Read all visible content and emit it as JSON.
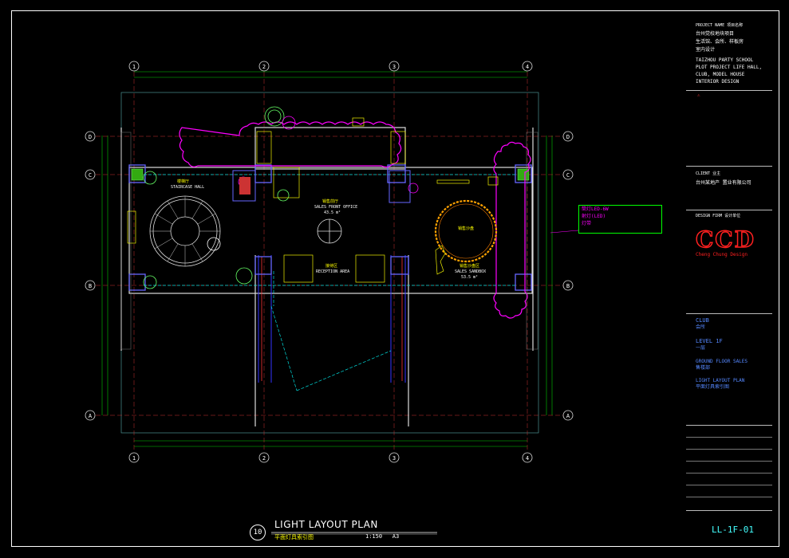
{
  "drawing": {
    "grid_columns": [
      "1",
      "2",
      "3",
      "4"
    ],
    "grid_rows": [
      "D",
      "C",
      "B",
      "A"
    ],
    "title": "LIGHT LAYOUT PLAN",
    "subtitle": "平面灯具索引图",
    "scale": "1:150",
    "paper": "A3",
    "number": "10"
  },
  "rooms": [
    {
      "cn": "楼梯厅",
      "en": "STAIRCASE HALL"
    },
    {
      "cn": "销售前厅",
      "en": "SALES FRONT OFFICE",
      "area": "43.5 m²"
    },
    {
      "cn": "接待区",
      "en": "RECEPTION AREA"
    },
    {
      "cn": "销售沙盘区",
      "en": "SALES SANDBOX",
      "area": "53.5 m²"
    },
    {
      "cn": "销售沙盘",
      "en": ""
    }
  ],
  "legend": [
    "筒灯LED-6W",
    "射灯(LED)",
    "灯带"
  ],
  "title_block": {
    "project_name_label": "PROJECT NAME 项目名称",
    "project_cn": [
      "台州党校地块项目",
      "生活馆、会所、样板房",
      "室内设计"
    ],
    "project_en": [
      "TAIZHOU PARTY SCHOOL",
      "PLOT PROJECT LIFE HALL,",
      "CLUB, MODEL HOUSE",
      "INTERIOR DESIGN"
    ],
    "client_label": "CLIENT 业主",
    "client": "台州某地产 置业有限公司",
    "design_firm_label": "DESIGN FIRM 设计单位",
    "firm_logo": "CCD",
    "firm_name": "Cheng Chung Design",
    "zone_en": "CLUB",
    "zone_cn": "会所",
    "level_en": "LEVEL 1F",
    "level_cn": "一层",
    "area_en": "GROUND FLOOR SALES",
    "area_cn": "售楼部",
    "drawing_en": "LIGHT LAYOUT PLAN",
    "drawing_cn": "平面灯具索引图",
    "sheet_no": "LL-1F-01"
  }
}
